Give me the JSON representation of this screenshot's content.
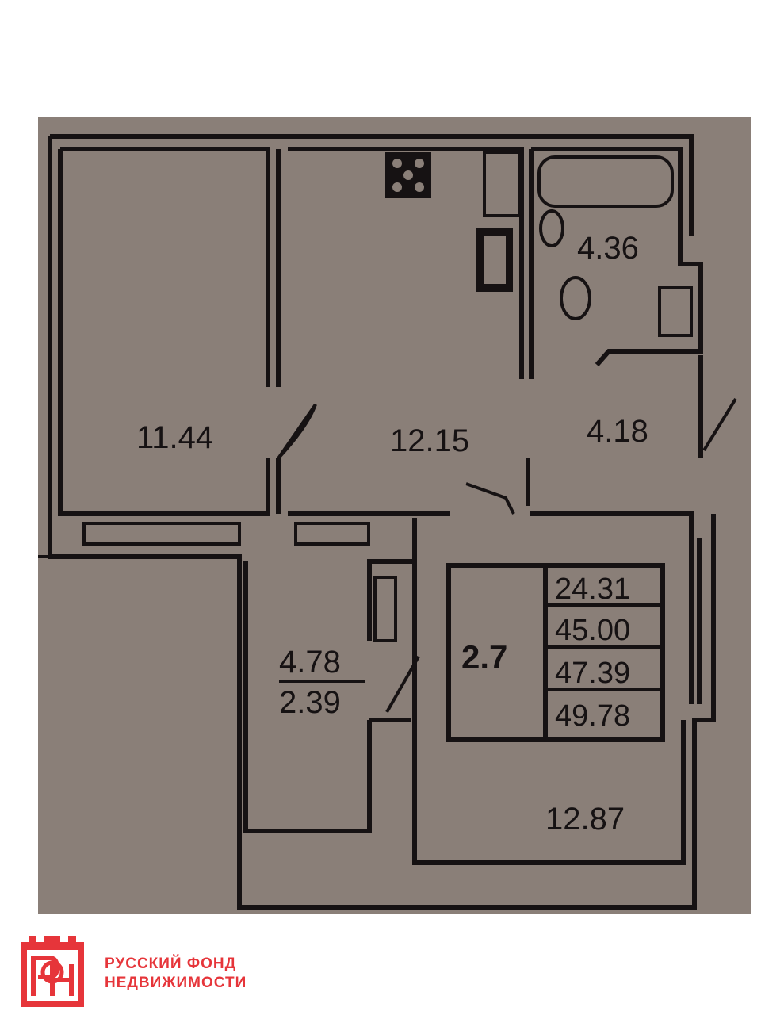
{
  "rooms": {
    "bedroom_area": "11.44",
    "kitchen_living_area": "12.15",
    "bathroom_area": "4.36",
    "hall_area": "4.18",
    "room_area": "12.87",
    "balcony_area_full": "4.78",
    "balcony_area_reduced": "2.39"
  },
  "summary": {
    "ceiling_height": "2.7",
    "values": [
      "24.31",
      "45.00",
      "47.39",
      "49.78"
    ]
  },
  "brand": {
    "line1": "РУССКИЙ  ФОНД",
    "line2": "НЕДВИЖИМОСТИ",
    "logo_letters": "РФН",
    "color": "#e6353a"
  },
  "palette": {
    "paper": "#8a7f78",
    "ink": "#161213"
  }
}
